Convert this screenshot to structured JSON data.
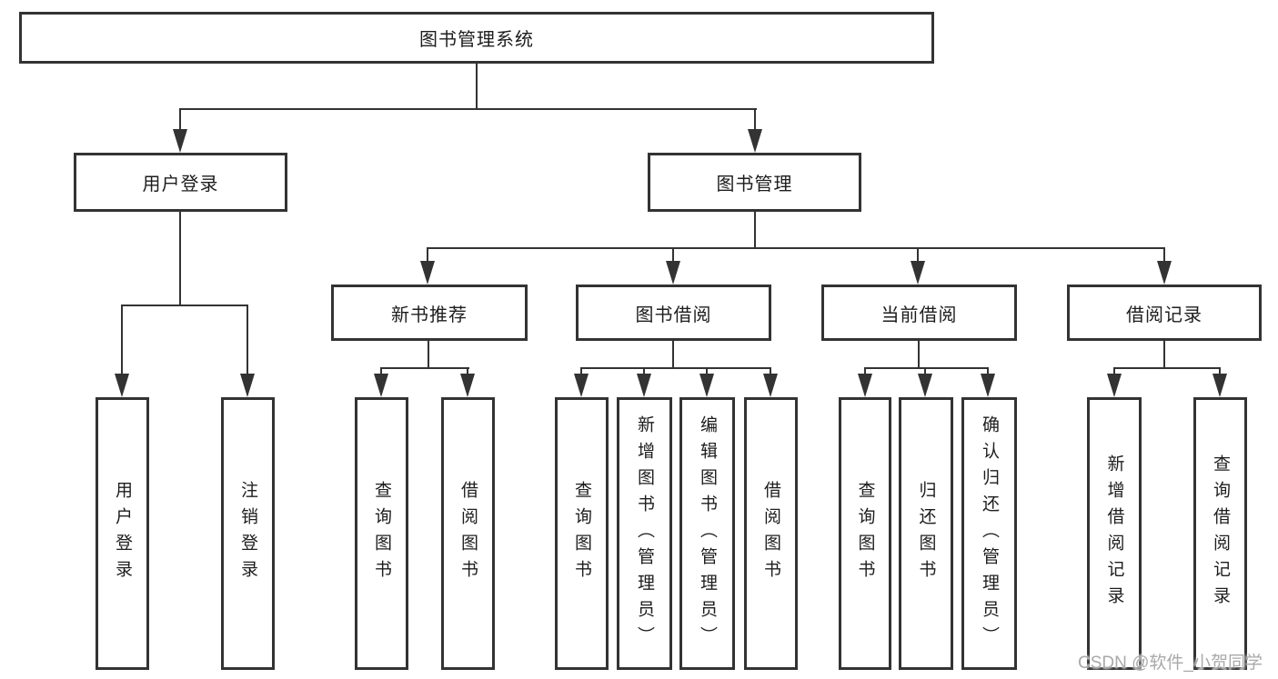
{
  "root": {
    "label": "图书管理系统"
  },
  "branches": [
    {
      "label": "用户登录",
      "leaves": [
        {
          "label": "用户登录"
        },
        {
          "label": "注销登录"
        }
      ]
    },
    {
      "label": "图书管理",
      "groups": [
        {
          "label": "新书推荐",
          "leaves": [
            {
              "label": "查询图书"
            },
            {
              "label": "借阅图书"
            }
          ]
        },
        {
          "label": "图书借阅",
          "leaves": [
            {
              "label": "查询图书"
            },
            {
              "label": "新增图书（管理员）"
            },
            {
              "label": "编辑图书（管理员）"
            },
            {
              "label": "借阅图书"
            }
          ]
        },
        {
          "label": "当前借阅",
          "leaves": [
            {
              "label": "查询图书"
            },
            {
              "label": "归还图书"
            },
            {
              "label": "确认归还（管理员）"
            }
          ]
        },
        {
          "label": "借阅记录",
          "leaves": [
            {
              "label": "新增借阅记录"
            },
            {
              "label": "查询借阅记录"
            }
          ]
        }
      ]
    }
  ],
  "watermark": {
    "text": "CSDN @软件_小贺同学"
  },
  "colors": {
    "line": "#333333",
    "text": "#1d1d1d",
    "background": "#ffffff",
    "watermark": "#a9a9a9"
  }
}
